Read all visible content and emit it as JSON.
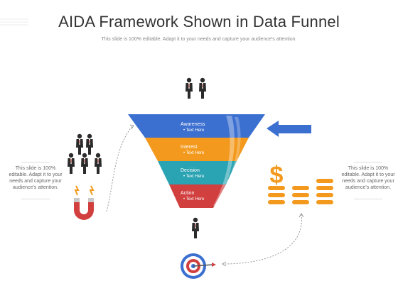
{
  "header": {
    "title": "AIDA Framework Shown in Data Funnel",
    "subtitle": "This slide is 100% editable. Adapt it to your needs and capture your audience's attention."
  },
  "funnel": {
    "stages": [
      {
        "label": "Awareness",
        "sub": "• Text Here",
        "color": "#3b6fd0"
      },
      {
        "label": "Interest",
        "sub": "• Text Here",
        "color": "#f39a1e"
      },
      {
        "label": "Decision",
        "sub": "• Text Here",
        "color": "#2aa3b3"
      },
      {
        "label": "Action",
        "sub": "• Text Here",
        "color": "#d23f3f"
      }
    ]
  },
  "left_panel": {
    "text": "This slide is 100% editable. Adapt it to your needs and capture your audience's attention."
  },
  "right_panel": {
    "text": "This slide is 100% editable. Adapt it to your needs and capture your audience's attention."
  },
  "icons": {
    "top": "people-pair-icon",
    "left_group": "people-group-icon",
    "magnet": "magnet-icon",
    "arrow": "left-arrow-icon",
    "coins": "dollar-coins-icon",
    "bottom_person": "person-icon",
    "target": "target-icon"
  },
  "colors": {
    "blue": "#3b6fd0",
    "orange": "#f39a1e",
    "teal": "#2aa3b3",
    "red": "#d23f3f"
  }
}
